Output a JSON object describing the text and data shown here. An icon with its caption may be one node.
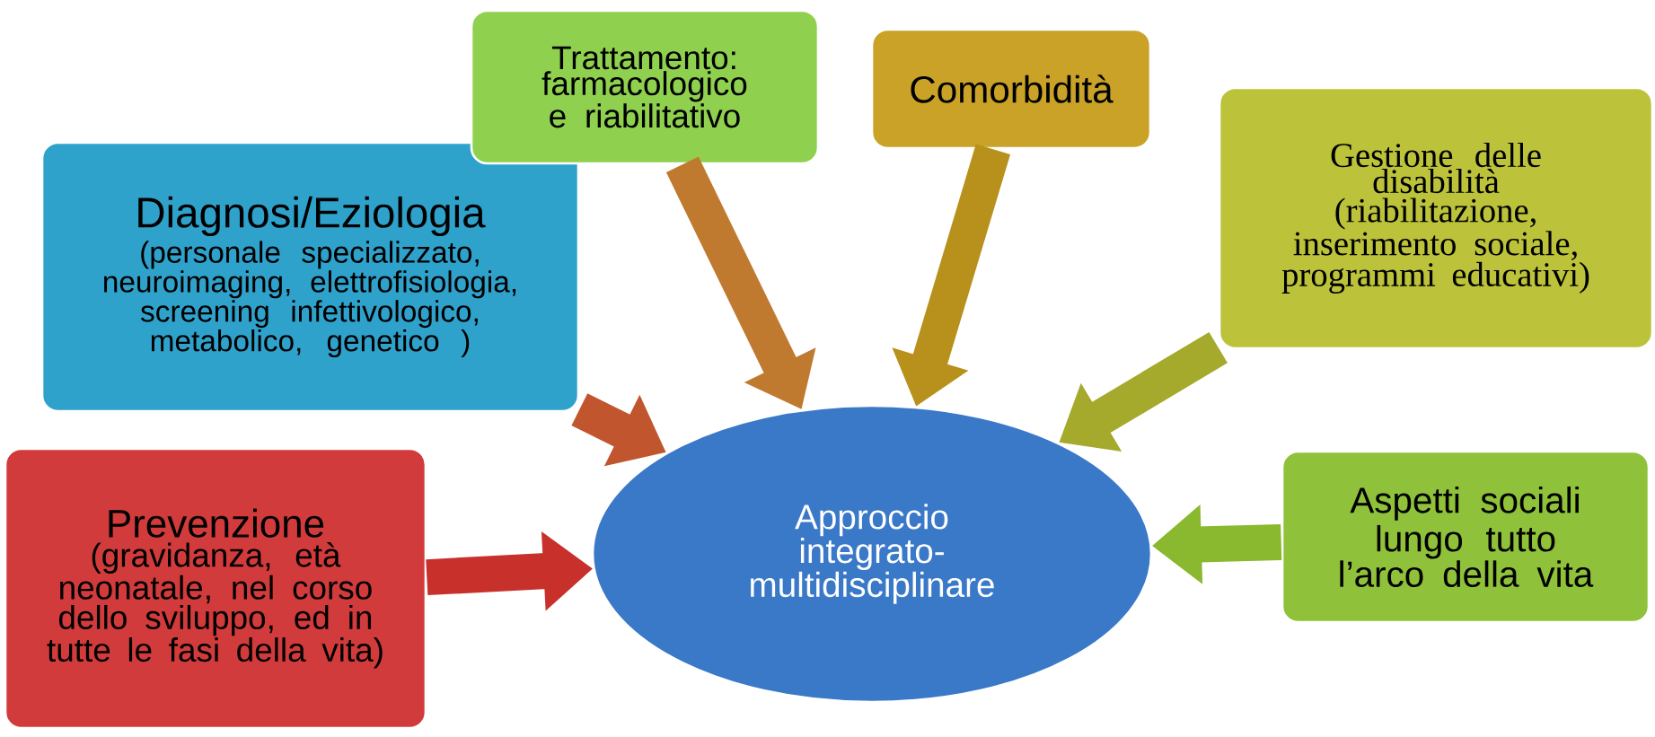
{
  "diagram": {
    "nodes": [
      {
        "text": [
          "Prevenzione",
          "(gravidanza, età neonatale, nel corso dello sviluppo, ed in tutte le fasi della vita)"
        ]
      },
      {
        "text": [
          "Diagnosi/Eziologia",
          "(personale specializzato, neuroimaging, elettrofisiologia, screening infettivologico, metabolico, genetico )"
        ]
      },
      {
        "text": [
          "Trattamento: farmacologico e riabilitativo"
        ]
      },
      {
        "text": [
          "Comorbidità"
        ]
      },
      {
        "text": [
          "Gestione delle disabilità",
          "(riabilitazione, inserimento sociale, programmi educativi)"
        ]
      },
      {
        "text": [
          "Aspetti sociali",
          "lungo tutto l’arco della vita"
        ]
      },
      {
        "text": [
          "Approccio integrato-multidisciplinare"
        ]
      }
    ],
    "edges": [
      {
        "from": 0,
        "to": 6,
        "arrow": "to",
        "color": "#c8302c"
      },
      {
        "from": 1,
        "to": 6,
        "arrow": "to",
        "color": "#c0552e"
      },
      {
        "from": 2,
        "to": 6,
        "arrow": "to",
        "color": "#c07a30"
      },
      {
        "from": 3,
        "to": 6,
        "arrow": "to",
        "color": "#b8901c"
      },
      {
        "from": 4,
        "to": 6,
        "arrow": "to",
        "color": "#a5aa2c"
      },
      {
        "from": 5,
        "to": 6,
        "arrow": "to",
        "color": "#8ab82e"
      }
    ]
  }
}
